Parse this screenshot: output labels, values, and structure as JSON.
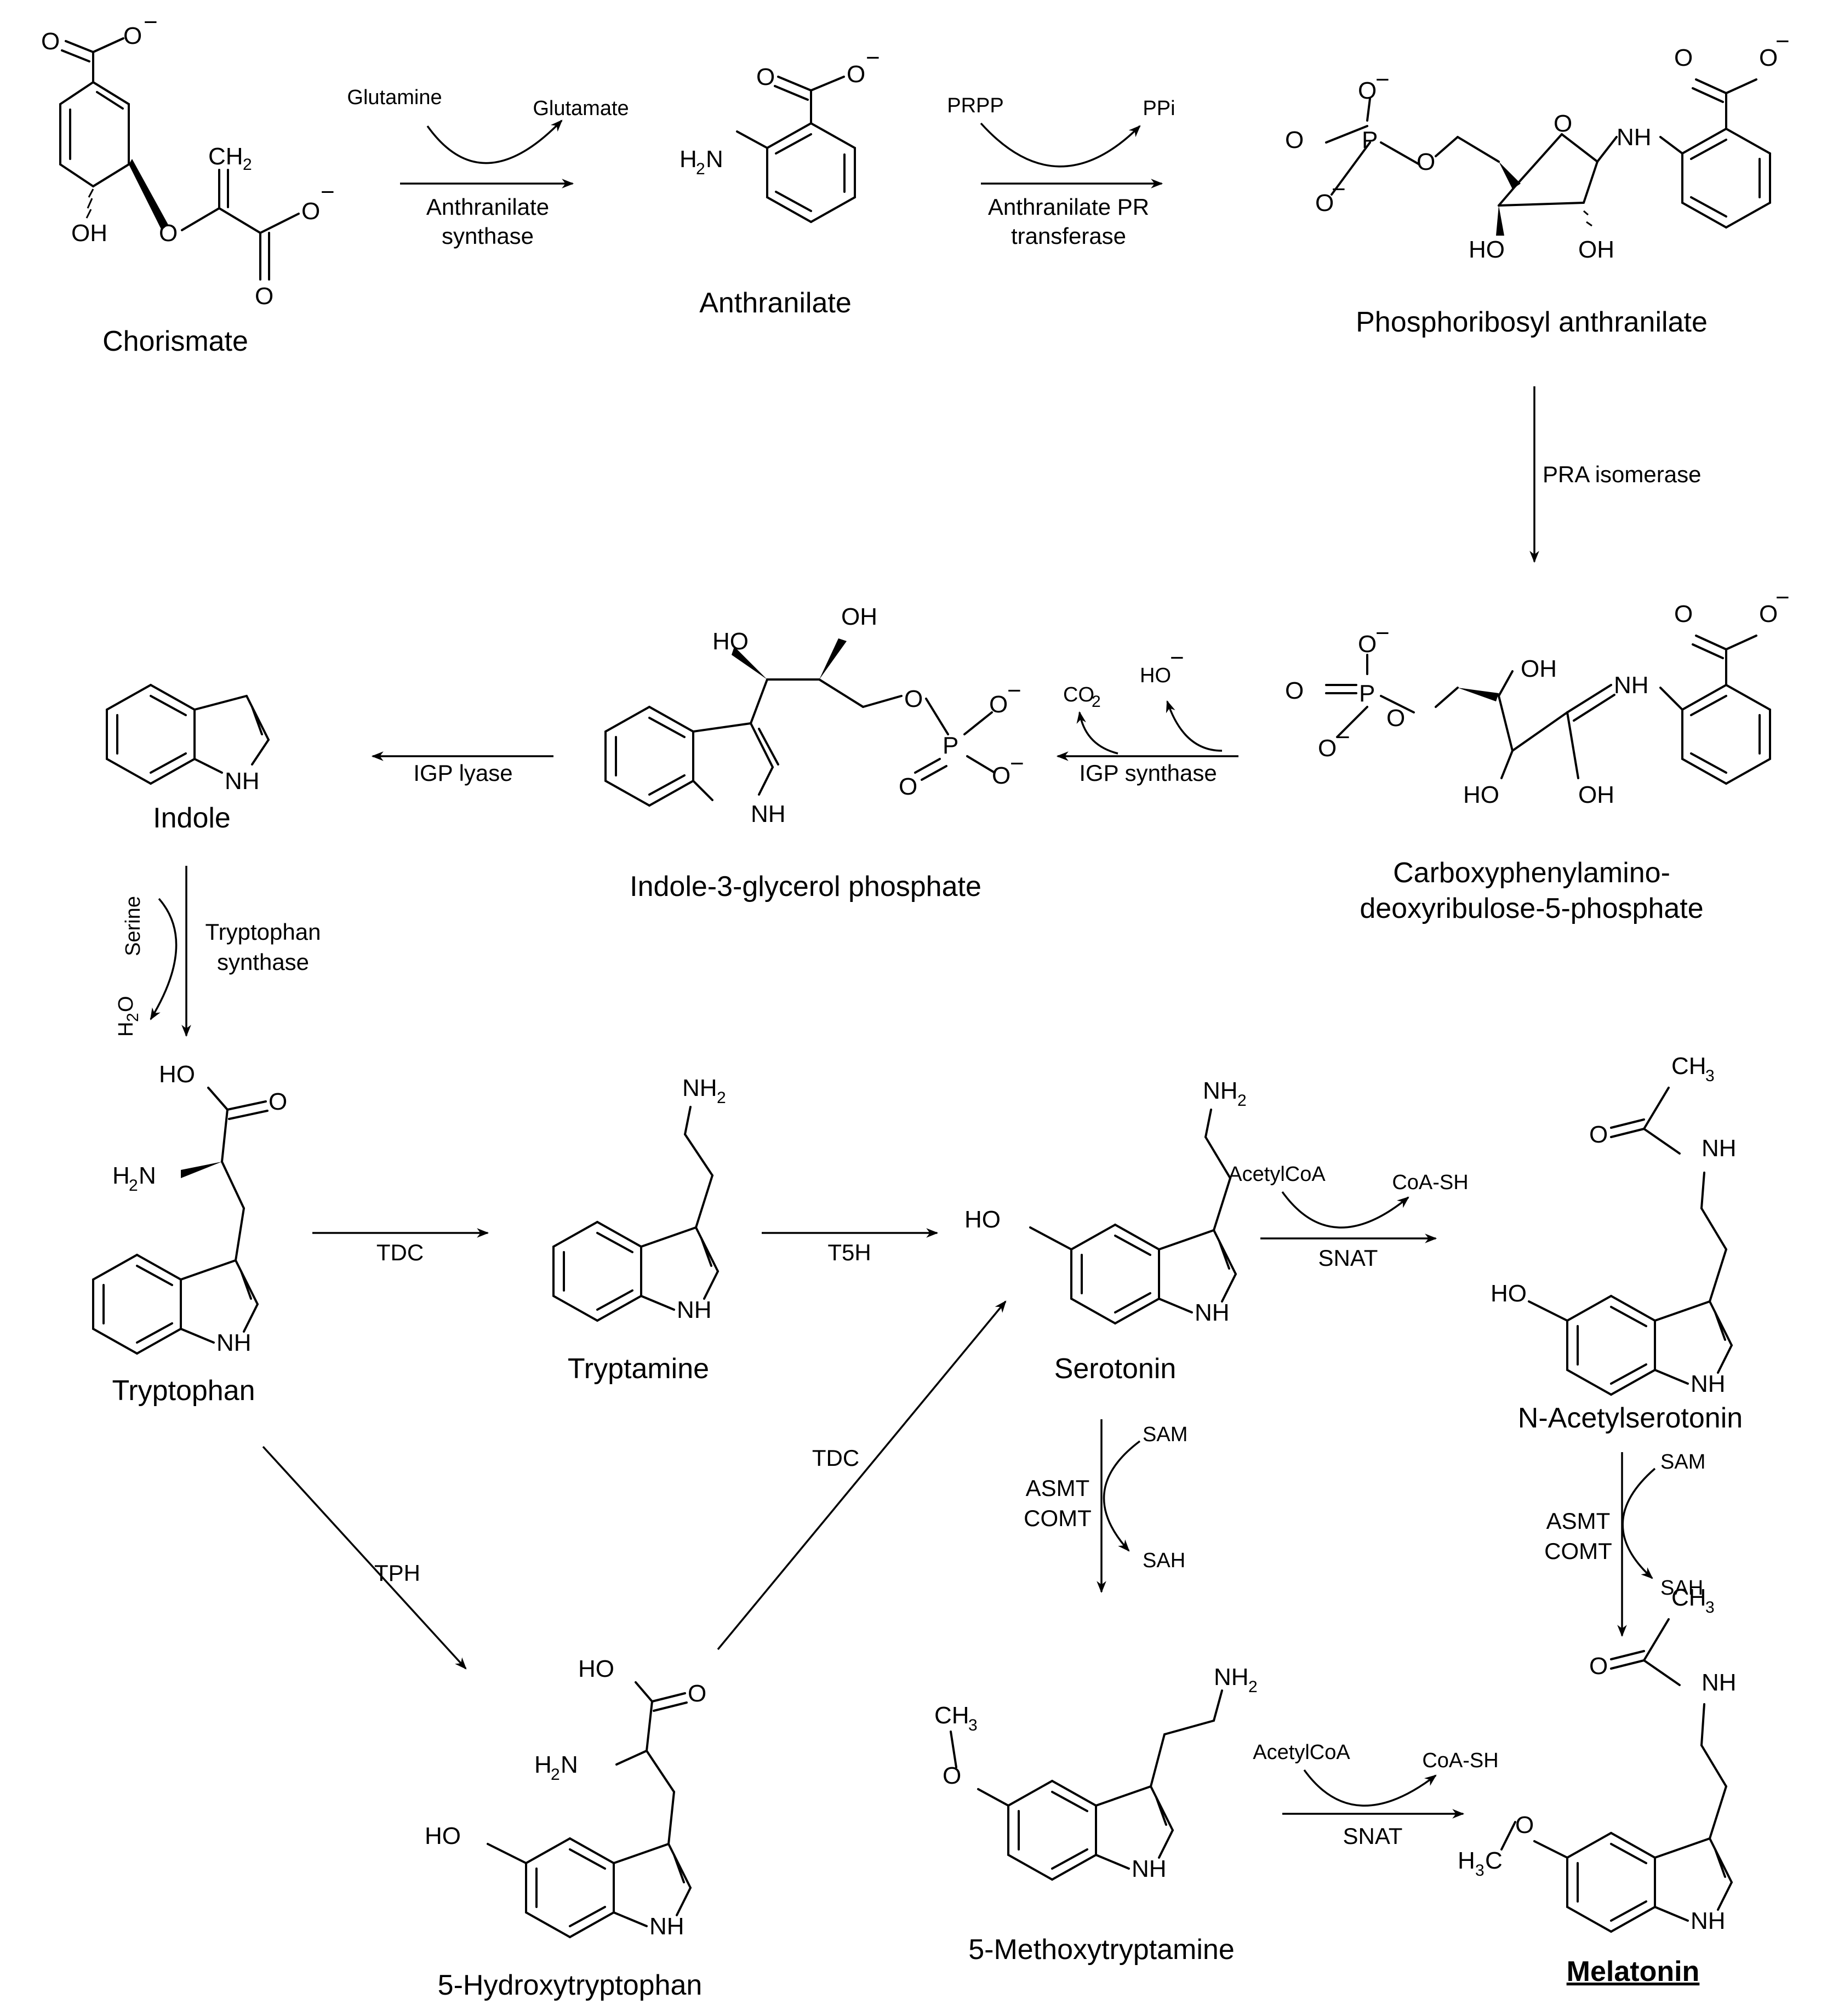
{
  "compounds": {
    "chorismate": "Chorismate",
    "anthranilate": "Anthranilate",
    "phosphoribosyl": "Phosphoribosyl anthranilate",
    "cdrp_line1": "Carboxyphenylamino-",
    "cdrp_line2": "deoxyribulose-5-phosphate",
    "igp": "Indole-3-glycerol phosphate",
    "indole": "Indole",
    "tryptophan": "Tryptophan",
    "tryptamine": "Tryptamine",
    "serotonin": "Serotonin",
    "n_acetylserotonin": "N-Acetylserotonin",
    "hydroxytryptophan": "5-Hydroxytryptophan",
    "methoxytryptamine": "5-Methoxytryptamine",
    "melatonin": "Melatonin"
  },
  "enzymes": {
    "anthranilate_synthase_1": "Anthranilate",
    "anthranilate_synthase_2": "synthase",
    "anthranilate_pr_1": "Anthranilate PR",
    "anthranilate_pr_2": "transferase",
    "pra_isomerase": "PRA isomerase",
    "igp_synthase": "IGP synthase",
    "igp_lyase": "IGP lyase",
    "trp_synthase_1": "Tryptophan",
    "trp_synthase_2": "synthase",
    "tdc_1": "TDC",
    "t5h": "T5H",
    "snat_1": "SNAT",
    "tdc_2": "TDC",
    "tph": "TPH",
    "asmt_1": "ASMT",
    "comt_1": "COMT",
    "asmt_2": "ASMT",
    "comt_2": "COMT",
    "snat_2": "SNAT"
  },
  "cofactors": {
    "glutamine": "Glutamine",
    "glutamate": "Glutamate",
    "prpp": "PRPP",
    "ppi": "PPi",
    "co2": "CO",
    "co2_sub": "2",
    "ho_minus": "HO",
    "serine": "Serine",
    "h2o": "H",
    "h2o_sub": "2",
    "h2o_o": "O",
    "acetylcoa_1": "AcetylCoA",
    "coash_1": "CoA-SH",
    "sam_1": "SAM",
    "sah_1": "SAH",
    "sam_2": "SAM",
    "sah_2": "SAH",
    "acetylcoa_2": "AcetylCoA",
    "coash_2": "CoA-SH"
  },
  "atoms": {
    "O": "O",
    "OH": "OH",
    "HO": "HO",
    "NH": "NH",
    "H2N": "H",
    "H2N_N": "N",
    "NH2": "NH",
    "two": "2",
    "three": "3",
    "P": "P",
    "CH": "CH",
    "H3C_H": "H",
    "H3C_C": "C",
    "minus": "−"
  }
}
